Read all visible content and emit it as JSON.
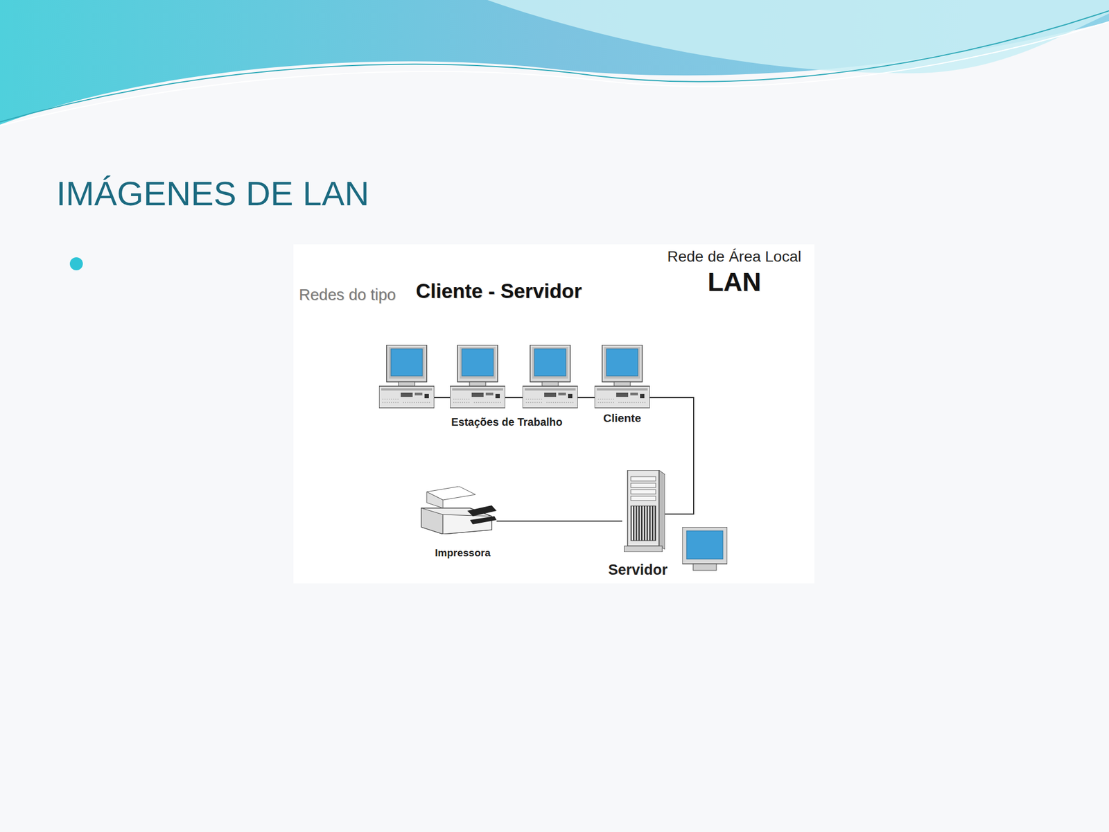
{
  "diagram": {
    "title": "IMÁGENES DE LAN",
    "nodes": [
      {
        "text": [
          "Estações de Trabalho"
        ]
      },
      {
        "text": [
          "Cliente"
        ]
      },
      {
        "text": [
          "Servidor"
        ]
      },
      {
        "text": [
          "Impressora"
        ]
      }
    ],
    "edges": [
      {
        "from": 0,
        "to": 1,
        "arrow": "none"
      },
      {
        "from": 1,
        "to": 2,
        "arrow": "none"
      },
      {
        "from": 2,
        "to": 3,
        "arrow": "none"
      }
    ],
    "labels": [
      "Redes do tipo",
      "Cliente - Servidor",
      "Rede de Área Local",
      "LAN"
    ]
  }
}
